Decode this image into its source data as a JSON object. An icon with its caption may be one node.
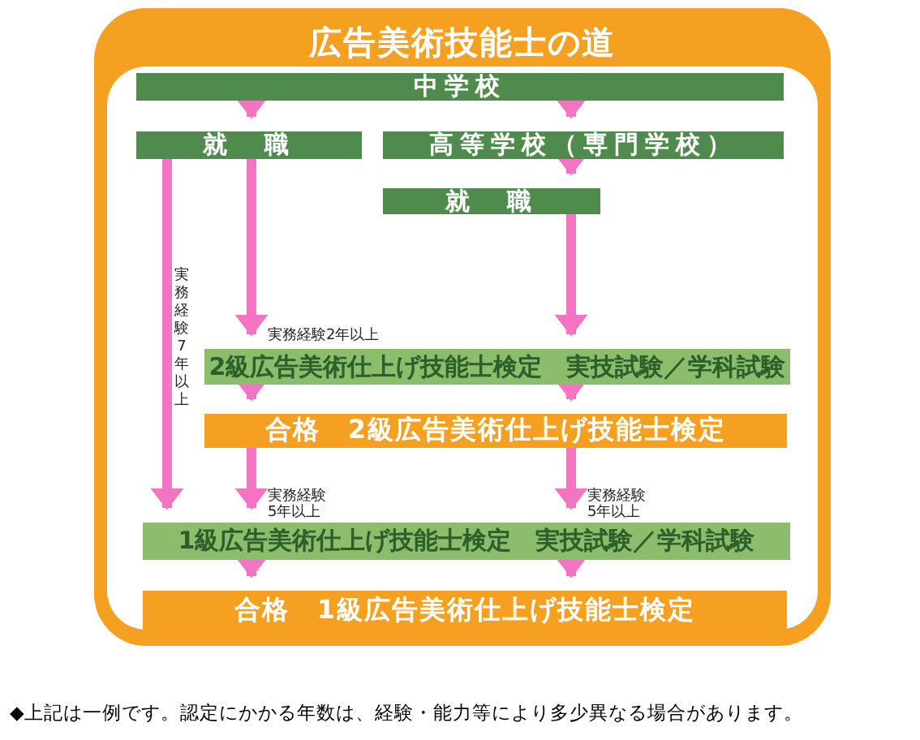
{
  "diagram": {
    "title": "広告美術技能士の道",
    "caption": "◆上記は一例です。認定にかかる年数は、経験・能力等により多少異なる場合があります。",
    "nodes": [
      {
        "text": [
          "中学校"
        ]
      },
      {
        "text": [
          "就　職"
        ]
      },
      {
        "text": [
          "高等学校（専門学校）"
        ]
      },
      {
        "text": [
          "就　職"
        ]
      },
      {
        "text": [
          "2級広告美術仕上げ技能士検定　実技試験／学科試験"
        ]
      },
      {
        "text": [
          "合格　2級広告美術仕上げ技能士検定"
        ]
      },
      {
        "text": [
          "1級広告美術仕上げ技能士検定　実技試験／学科試験"
        ]
      },
      {
        "text": [
          "合格　1級広告美術仕上げ技能士検定"
        ]
      }
    ],
    "edges": [
      {
        "from": 0,
        "to": 1,
        "arrow": "to"
      },
      {
        "from": 0,
        "to": 2,
        "arrow": "to"
      },
      {
        "from": 2,
        "to": 3,
        "arrow": "to"
      },
      {
        "from": 1,
        "to": 6,
        "label": "実務経験7年以上",
        "arrow": "to"
      },
      {
        "from": 1,
        "to": 4,
        "label": "実務経験2年以上",
        "arrow": "to"
      },
      {
        "from": 3,
        "to": 4,
        "arrow": "to"
      },
      {
        "from": 4,
        "to": 5,
        "arrow": "to"
      },
      {
        "from": 4,
        "to": 5,
        "arrow": "to"
      },
      {
        "from": 5,
        "to": 6,
        "label": "実務経験 5年以上",
        "arrow": "to"
      },
      {
        "from": 5,
        "to": 6,
        "label": "実務経験 5年以上",
        "arrow": "to"
      },
      {
        "from": 6,
        "to": 7,
        "arrow": "to"
      },
      {
        "from": 6,
        "to": 7,
        "arrow": "to"
      }
    ]
  }
}
